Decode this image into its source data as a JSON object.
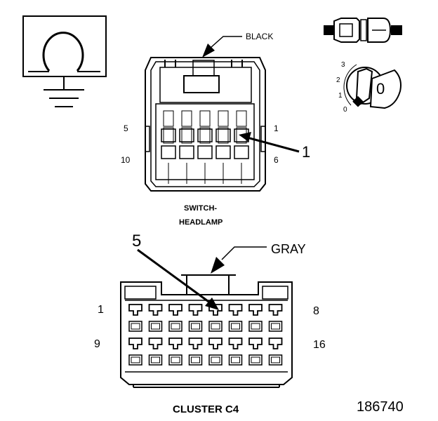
{
  "switch_connector": {
    "wire_color": "BLACK",
    "name_line1": "SWITCH-",
    "name_line2": "HEADLAMP",
    "pin_left_top": "5",
    "pin_left_bottom": "10",
    "pin_right_top": "1",
    "pin_right_bottom": "6",
    "callout": "1"
  },
  "cluster_connector": {
    "wire_color": "GRAY",
    "name": "CLUSTER C4",
    "pin_left_top": "1",
    "pin_left_bottom": "9",
    "pin_right_top": "8",
    "pin_right_bottom": "16",
    "callout": "5"
  },
  "ignition_positions": [
    "3",
    "2",
    "1",
    "0"
  ],
  "key_label": "0",
  "figure_number": "186740"
}
